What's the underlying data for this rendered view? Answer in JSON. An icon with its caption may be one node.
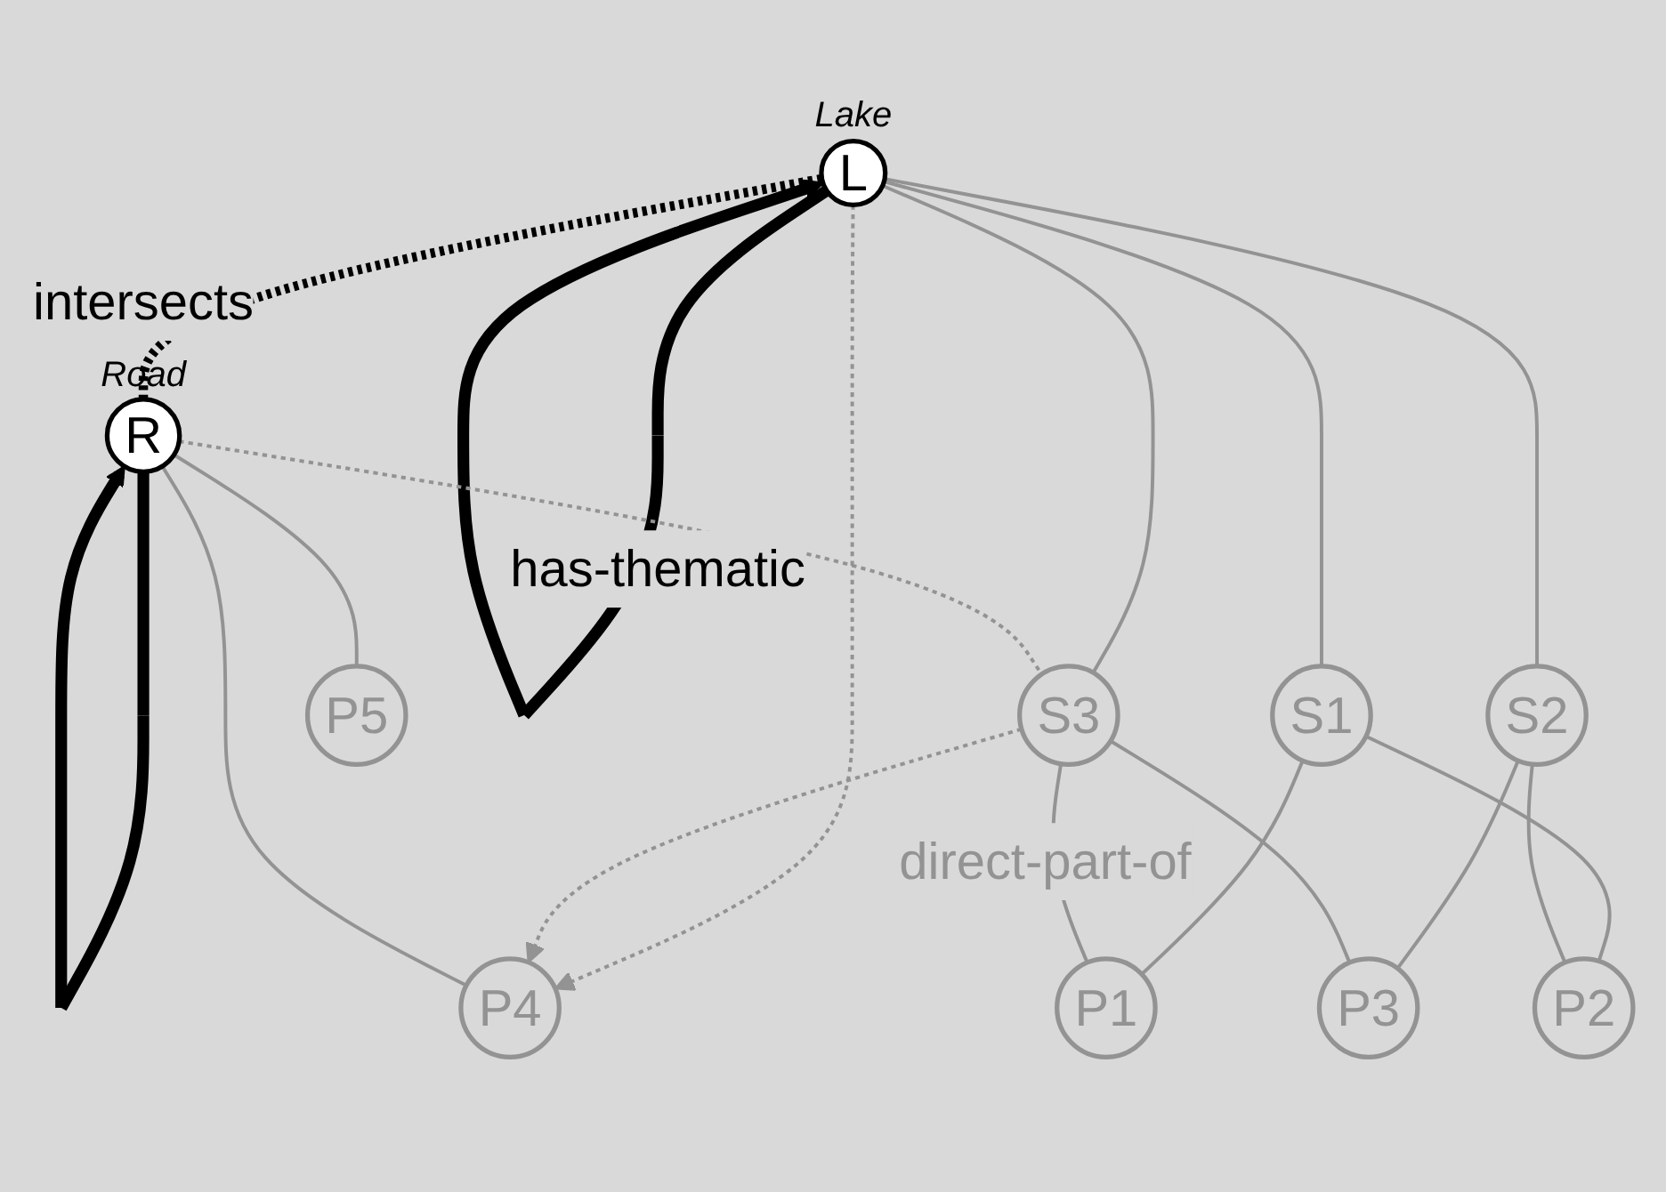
{
  "diagram": {
    "nodes": [
      {
        "text": [
          "L"
        ],
        "beside": [
          "Lake"
        ]
      },
      {
        "text": [
          "R"
        ],
        "beside": [
          "Road"
        ]
      },
      {
        "text": [
          "S1"
        ]
      },
      {
        "text": [
          "S2"
        ]
      },
      {
        "text": [
          "S3"
        ]
      },
      {
        "text": [
          "P4"
        ]
      },
      {
        "text": [
          "P5"
        ]
      },
      {
        "text": [
          "P1"
        ]
      },
      {
        "text": [
          "P2"
        ]
      },
      {
        "text": [
          "P3"
        ]
      }
    ],
    "edges": [
      {
        "from": 0,
        "to": 0,
        "arrow": "to",
        "label": "has-thematic",
        "style": "thick",
        "color": "#000000"
      },
      {
        "from": 1,
        "to": 1,
        "arrow": "to",
        "style": "thick",
        "color": "#000000"
      },
      {
        "from": 0,
        "to": 1,
        "arrow": "none",
        "label": "intersects",
        "style": "dashed",
        "color": "#000000"
      },
      {
        "from": 0,
        "to": 2,
        "arrow": "none"
      },
      {
        "from": 0,
        "to": 3,
        "arrow": "none"
      },
      {
        "from": 0,
        "to": 4,
        "arrow": "none"
      },
      {
        "from": 0,
        "to": 5,
        "arrow": "to",
        "style": "dashed"
      },
      {
        "from": 1,
        "to": 4,
        "arrow": "none",
        "style": "dashed"
      },
      {
        "from": 4,
        "to": 5,
        "arrow": "to",
        "style": "dashed"
      },
      {
        "from": 1,
        "to": 5,
        "arrow": "none"
      },
      {
        "from": 1,
        "to": 6,
        "arrow": "none"
      },
      {
        "from": 2,
        "to": 7,
        "arrow": "none"
      },
      {
        "from": 2,
        "to": 8,
        "arrow": "none"
      },
      {
        "from": 3,
        "to": 8,
        "arrow": "none"
      },
      {
        "from": 3,
        "to": 9,
        "arrow": "none"
      },
      {
        "from": 4,
        "to": 9,
        "arrow": "none"
      },
      {
        "from": 7,
        "to": 4,
        "arrow": "none",
        "label": "direct-part-of"
      }
    ]
  }
}
